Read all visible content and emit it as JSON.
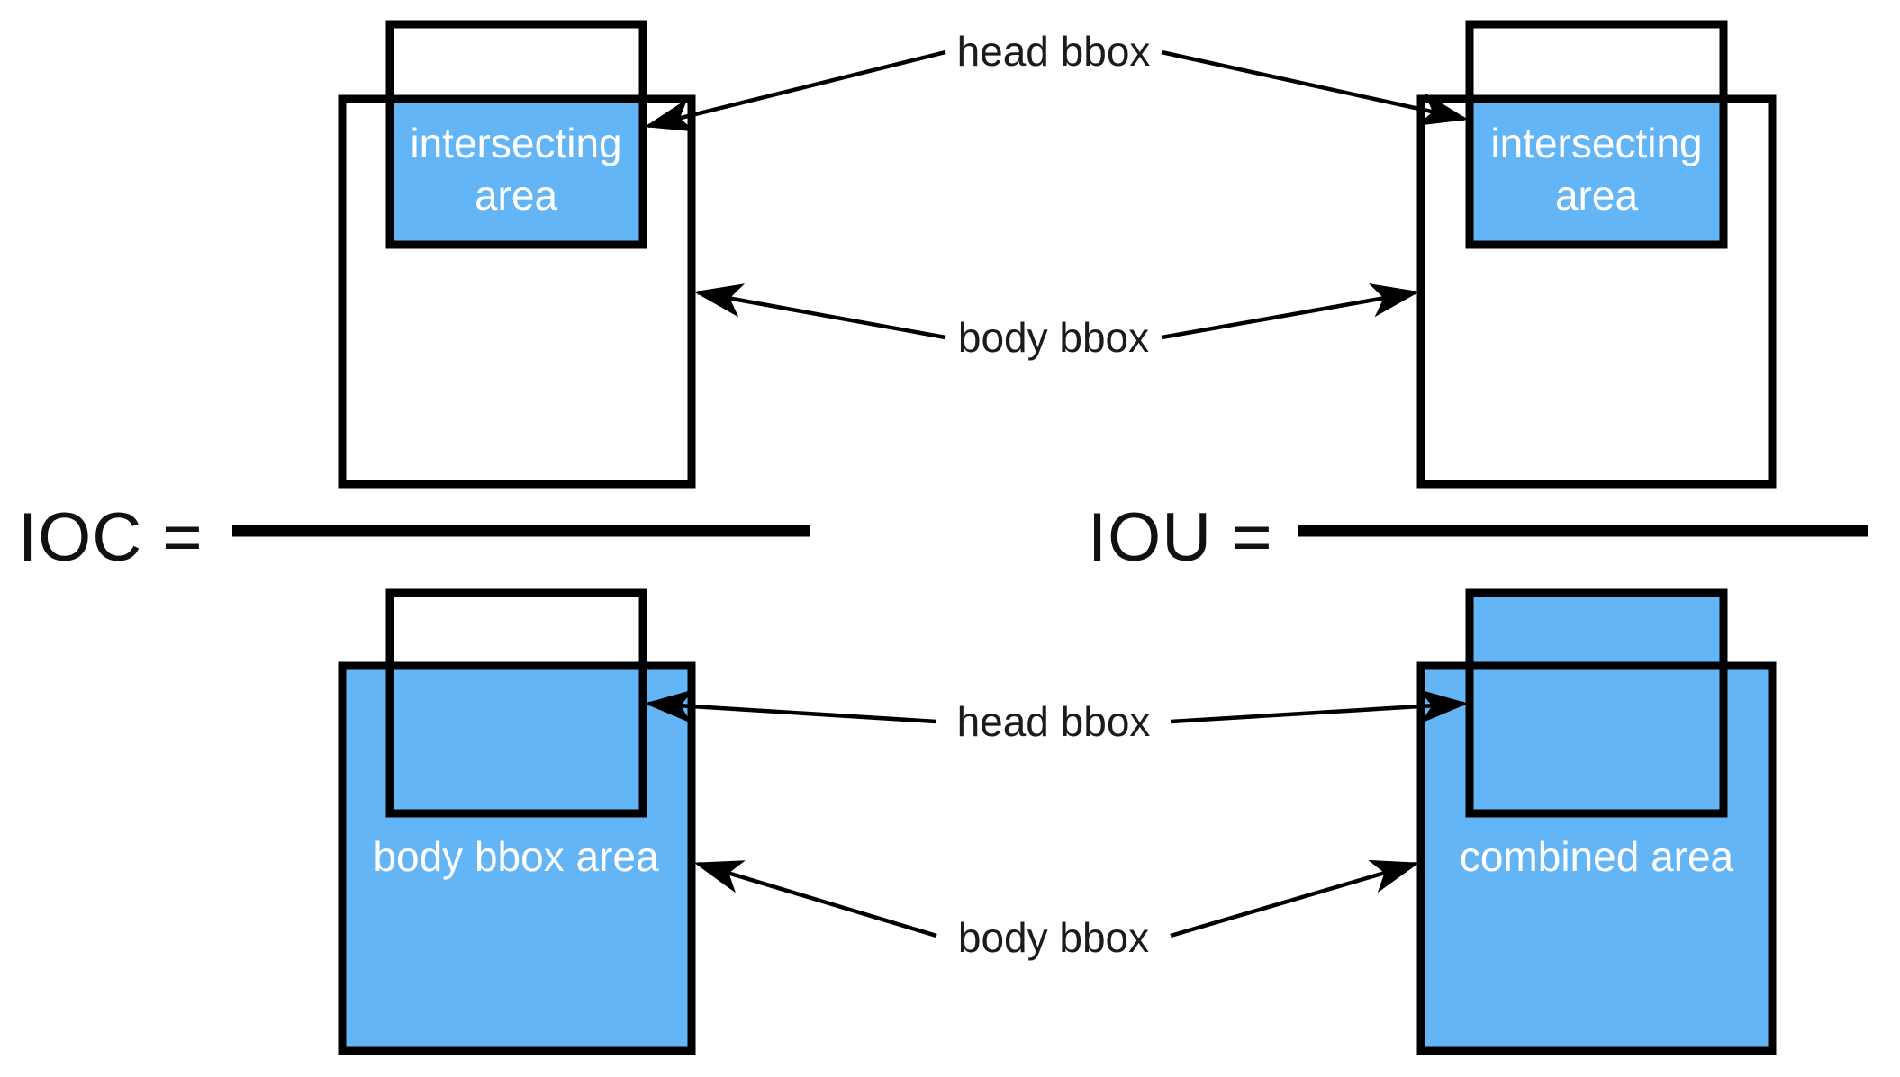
{
  "figure": {
    "title": "IOC and IOU definition diagram",
    "background_color": "#ffffff",
    "box_stroke_color": "#000000",
    "fill_color": "#64b5f6",
    "text_color_dark": "#1b1b1b",
    "text_color_light": "#ffffff"
  },
  "formulas": [
    {
      "id": "ioc",
      "label": "IOC ="
    },
    {
      "id": "iou",
      "label": "IOU ="
    }
  ],
  "panels": {
    "top_left": {
      "name": "ioc-numerator",
      "region_label": "intersecting area",
      "region_label_line1": "intersecting",
      "region_label_line2": "area",
      "boxes": [
        {
          "name": "head bbox",
          "filled": false
        },
        {
          "name": "body bbox",
          "filled": false
        }
      ],
      "shaded_region": "intersection of head bbox and body bbox"
    },
    "top_right": {
      "name": "iou-numerator",
      "region_label": "intersecting area",
      "region_label_line1": "intersecting",
      "region_label_line2": "area",
      "boxes": [
        {
          "name": "head bbox",
          "filled": false
        },
        {
          "name": "body bbox",
          "filled": false
        }
      ],
      "shaded_region": "intersection of head bbox and body bbox"
    },
    "bottom_left": {
      "name": "ioc-denominator",
      "region_label": "body bbox area",
      "boxes": [
        {
          "name": "head bbox",
          "filled": false
        },
        {
          "name": "body bbox",
          "filled": true
        }
      ],
      "shaded_region": "body bbox only"
    },
    "bottom_right": {
      "name": "iou-denominator",
      "region_label": "combined area",
      "boxes": [
        {
          "name": "head bbox",
          "filled": true
        },
        {
          "name": "body bbox",
          "filled": true
        }
      ],
      "shaded_region": "union of head bbox and body bbox"
    }
  },
  "callouts": [
    {
      "id": "top-head",
      "label": "head bbox",
      "points_to": [
        "top_left.head_bbox",
        "top_right.head_bbox"
      ]
    },
    {
      "id": "top-body",
      "label": "body bbox",
      "points_to": [
        "top_left.body_bbox",
        "top_right.body_bbox"
      ]
    },
    {
      "id": "bottom-head",
      "label": "head bbox",
      "points_to": [
        "bottom_left.head_bbox",
        "bottom_right.head_bbox"
      ]
    },
    {
      "id": "bottom-body",
      "label": "body bbox",
      "points_to": [
        "bottom_left.body_bbox",
        "bottom_right.body_bbox"
      ]
    }
  ]
}
